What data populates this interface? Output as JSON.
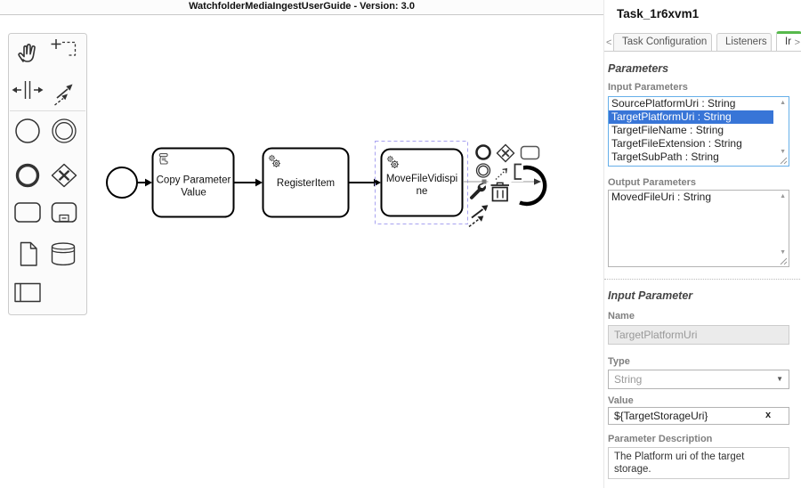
{
  "titlebar": {
    "title": "WatchfolderMediaIngestUserGuide - Version: 3.0"
  },
  "palette": {
    "tools": [
      "hand-tool",
      "lasso-tool",
      "space-tool",
      "global-connect-tool",
      "create-start-event",
      "create-intermediate-event",
      "create-end-event",
      "create-gateway",
      "create-task",
      "create-subprocess",
      "create-data-object",
      "create-data-store",
      "create-participant"
    ]
  },
  "canvas": {
    "start_event": {
      "name": "start-event"
    },
    "tasks": [
      {
        "id": "task-copy-parameter-value",
        "type": "script-task",
        "label_lines": [
          "Copy Parameter",
          "Value"
        ]
      },
      {
        "id": "task-registeritem",
        "type": "service-task",
        "label_lines": [
          "RegisterItem",
          ""
        ]
      },
      {
        "id": "task-movefilevidispine",
        "type": "service-task",
        "label_lines": [
          "MoveFileVidispi",
          "ne"
        ],
        "selected": true
      }
    ],
    "context_pad": [
      "append-end-event",
      "append-gateway",
      "append-task",
      "append-intermediate-event",
      "connect-association",
      "append-text-annotation",
      "change-type",
      "delete",
      "connect-tool"
    ]
  },
  "panel": {
    "title": "Task_1r6xvm1",
    "tabs": {
      "scroll_left": "<",
      "scroll_right": ">",
      "items": [
        {
          "label": "Task Configuration",
          "active": false
        },
        {
          "label": "Listeners",
          "active": false
        },
        {
          "label": "Ir",
          "active": true
        }
      ]
    },
    "parameters": {
      "heading": "Parameters",
      "input_label": "Input Parameters",
      "input_items": [
        "SourcePlatformUri : String",
        "TargetPlatformUri : String",
        "TargetFileName : String",
        "TargetFileExtension : String",
        "TargetSubPath : String"
      ],
      "input_selected_index": 1,
      "output_label": "Output Parameters",
      "output_items": [
        "MovedFileUri : String"
      ]
    },
    "input_parameter": {
      "heading": "Input Parameter",
      "name_label": "Name",
      "name_value": "TargetPlatformUri",
      "type_label": "Type",
      "type_value": "String",
      "value_label": "Value",
      "value_value": "${TargetStorageUri}",
      "clear_icon": "x",
      "description_label": "Parameter Description",
      "description_value": "The Platform uri of the target storage."
    },
    "colors": {
      "selection_blue": "#3875d7",
      "active_tab_green": "#57b94c",
      "focus_border": "#66afe9"
    }
  }
}
